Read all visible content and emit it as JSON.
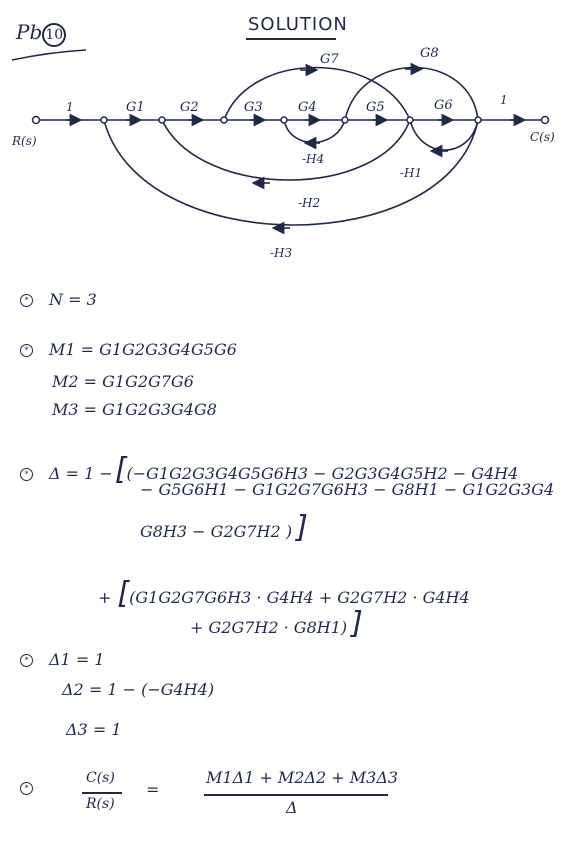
{
  "header": {
    "pb": "Pb",
    "num": "10",
    "title": "SOLUTION"
  },
  "graph": {
    "input": "R(s)",
    "output": "C(s)",
    "labels": {
      "one_in": "1",
      "g1": "G1",
      "g2": "G2",
      "g3": "G3",
      "g4": "G4",
      "g5": "G5",
      "g6": "G6",
      "one_out": "1",
      "g7": "G7",
      "g8": "G8",
      "h1": "-H1",
      "h2": "-H2",
      "h3": "-H3",
      "h4": "-H4"
    }
  },
  "n_line": "N = 3",
  "paths": {
    "m1": "M1 = G1G2G3G4G5G6",
    "m2": "M2 = G1G2G7G6",
    "m3": "M3 = G1G2G3G4G8"
  },
  "delta": {
    "prefix": "Δ = 1 −",
    "line1": "(−G1G2G3G4G5G6H3 − G2G3G4G5H2 − G4H4",
    "line2": "− G5G6H1 − G1G2G7G6H3 − G8H1 − G1G2G3G4",
    "line3": "G8H3 − G2G7H2 )",
    "plus": "+",
    "line4": "(G1G2G7G6H3 · G4H4 + G2G7H2 · G4H4",
    "line5": "+ G2G7H2 · G8H1)"
  },
  "subdeltas": {
    "d1": "Δ1 = 1",
    "d2": "Δ2 = 1 − (−G4H4)",
    "d3": "Δ3 = 1"
  },
  "tf": {
    "lhs_num": "C(s)",
    "lhs_den": "R(s)",
    "eq": "=",
    "rhs_num": "M1Δ1 + M2Δ2 + M3Δ3",
    "rhs_den": "Δ"
  },
  "bullet_symbol": "*"
}
